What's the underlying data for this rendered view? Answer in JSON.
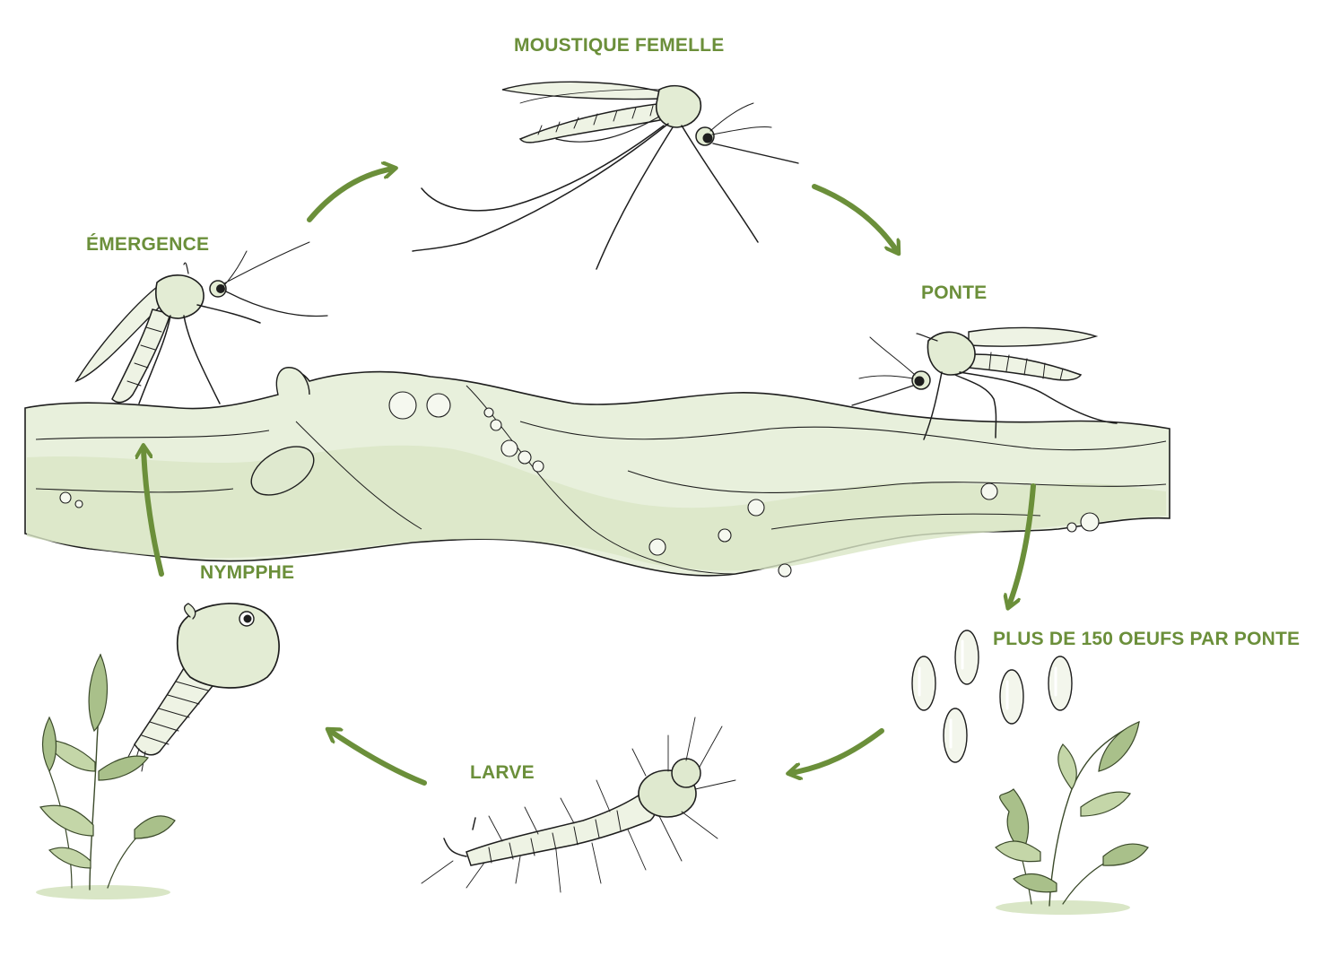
{
  "diagram": {
    "stages": [
      {
        "id": "adult-female",
        "label": "MOUSTIQUE FEMELLE"
      },
      {
        "id": "laying",
        "label": "PONTE"
      },
      {
        "id": "eggs",
        "label": "PLUS DE 150 OEUFS PAR PONTE"
      },
      {
        "id": "larva",
        "label": "LARVE"
      },
      {
        "id": "pupa",
        "label": "NYMPPHE"
      },
      {
        "id": "emergence",
        "label": "ÉMERGENCE"
      }
    ]
  },
  "colors": {
    "label_green": "#6b8f3a",
    "arrow_green": "#6b8f3a",
    "water_fill": "#e8f0dc",
    "water_shade": "#d9e6c6",
    "ink": "#1e1e1e",
    "leaf_fill": "#a9c08a",
    "body_fill": "#eef3e4"
  }
}
